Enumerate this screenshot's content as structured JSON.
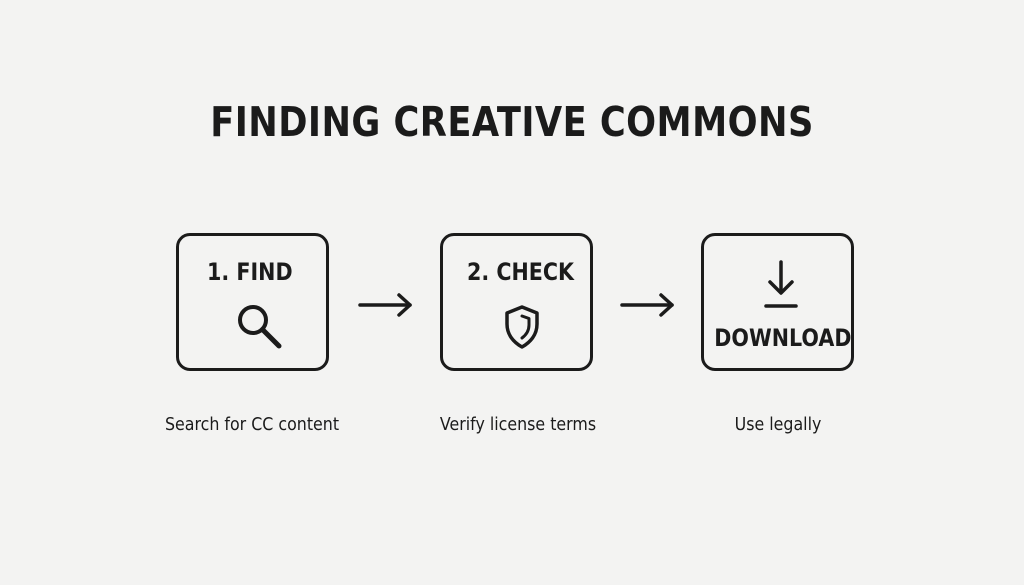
{
  "title": "FINDING CREATIVE COMMONS",
  "steps": [
    {
      "label": "1. FIND",
      "icon": "search-icon",
      "caption": "Search for CC content"
    },
    {
      "label": "2. CHECK",
      "icon": "shield-icon",
      "caption": "Verify license terms"
    },
    {
      "label": "DOWNLOAD",
      "icon": "download-icon",
      "caption": "Use legally"
    }
  ],
  "colors": {
    "background": "#f3f3f2",
    "ink": "#1b1b1b"
  }
}
